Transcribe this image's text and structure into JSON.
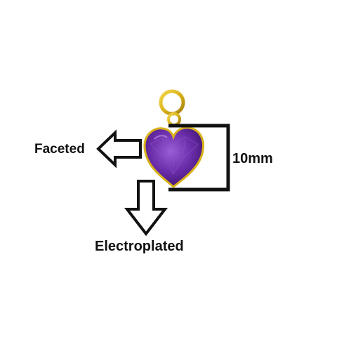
{
  "annotations": {
    "faceted": "Faceted",
    "size": "10mm",
    "electroplated": "Electroplated"
  },
  "colors": {
    "background": "#ffffff",
    "gem": "#6a2ca8",
    "gold": "#d9b21a",
    "outline": "#111111"
  }
}
